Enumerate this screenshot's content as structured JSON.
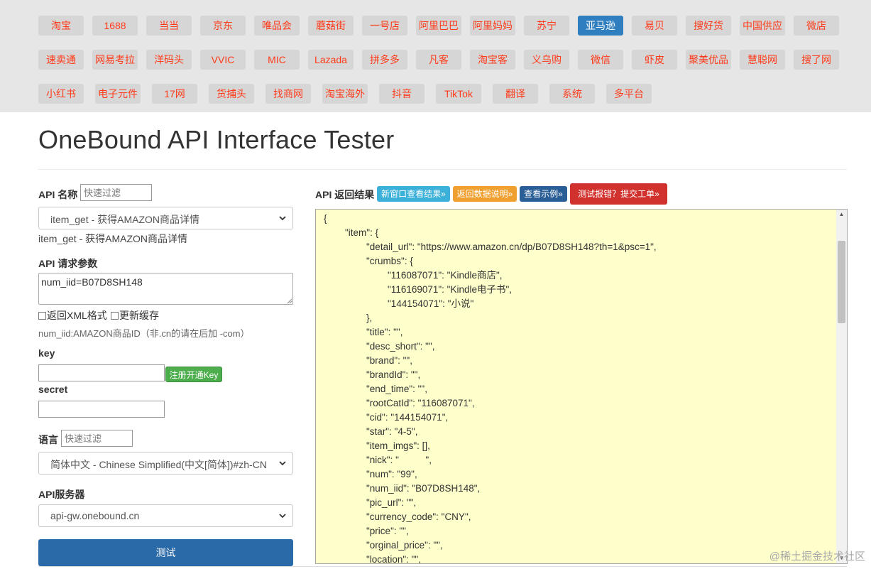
{
  "platforms": [
    [
      "淘宝",
      "1688",
      "当当",
      "京东",
      "唯品会",
      "蘑菇街",
      "一号店",
      "阿里巴巴",
      "阿里妈妈",
      "苏宁",
      "亚马逊",
      "易贝",
      "搜好货",
      "中国供应",
      "微店"
    ],
    [
      "速卖通",
      "网易考拉",
      "洋码头",
      "VVIC",
      "MIC",
      "Lazada",
      "拼多多",
      "凡客",
      "淘宝客",
      "义乌购",
      "微信",
      "虾皮",
      "聚美优品",
      "慧聪网",
      "搜了网"
    ],
    [
      "小红书",
      "电子元件",
      "17网",
      "货捕头",
      "找商网",
      "淘宝海外",
      "抖音",
      "TikTok",
      "翻译",
      "系统",
      "多平台"
    ]
  ],
  "active_platform": "亚马逊",
  "page_title": "OneBound API Interface Tester",
  "api_name": {
    "label": "API 名称",
    "filter_placeholder": "快速过滤",
    "selected": "item_get - 获得AMAZON商品详情",
    "description": "item_get - 获得AMAZON商品详情"
  },
  "params": {
    "label": "API 请求参数",
    "value": "num_iid=B07D8SH148",
    "xml_checkbox": "返回XML格式",
    "cache_checkbox": "更新缓存",
    "hint": "num_iid:AMAZON商品ID（非.cn的请在后加 -com）"
  },
  "key": {
    "label": "key",
    "register_button": "注册开通Key"
  },
  "secret": {
    "label": "secret"
  },
  "language": {
    "label": "语言",
    "filter_placeholder": "快速过滤",
    "selected": "简体中文 - Chinese Simplified(中文[简体])#zh-CN"
  },
  "server": {
    "label": "API服务器",
    "selected": "api-gw.onebound.cn"
  },
  "test_button": "测试",
  "result": {
    "label": "API 返回结果",
    "buttons": {
      "new_window": "新窗口查看结果»",
      "doc": "返回数据说明»",
      "example": "查看示例»",
      "report": "测试报错？提交工单»"
    },
    "colors": {
      "new_window": "#3bb0d8",
      "doc": "#f0a030",
      "example": "#2a5e97",
      "report": "#d2322d"
    },
    "lines": [
      "{",
      "\t\"item\": {",
      "\t\t\"detail_url\": \"https://www.amazon.cn/dp/B07D8SH148?th=1&psc=1\",",
      "\t\t\"crumbs\": {",
      "\t\t\t\"116087071\": \"Kindle商店\",",
      "\t\t\t\"116169071\": \"Kindle电子书\",",
      "\t\t\t\"144154071\": \"小说\"",
      "\t\t},",
      "\t\t\"title\": \"\",",
      "\t\t\"desc_short\": \"\",",
      "\t\t\"brand\": \"\",",
      "\t\t\"brandId\": \"\",",
      "\t\t\"end_time\": \"\",",
      "\t\t\"rootCatId\": \"116087071\",",
      "\t\t\"cid\": \"144154071\",",
      "\t\t\"star\": \"4-5\",",
      "\t\t\"item_imgs\": [],",
      "\t\t\"nick\": \"          \",",
      "\t\t\"num\": \"99\",",
      "\t\t\"num_iid\": \"B07D8SH148\",",
      "\t\t\"pic_url\": \"\",",
      "\t\t\"currency_code\": \"CNY\",",
      "\t\t\"price\": \"\",",
      "\t\t\"orginal_price\": \"\",",
      "\t\t\"location\": \"\","
    ]
  },
  "watermark": "@稀土掘金技术社区"
}
